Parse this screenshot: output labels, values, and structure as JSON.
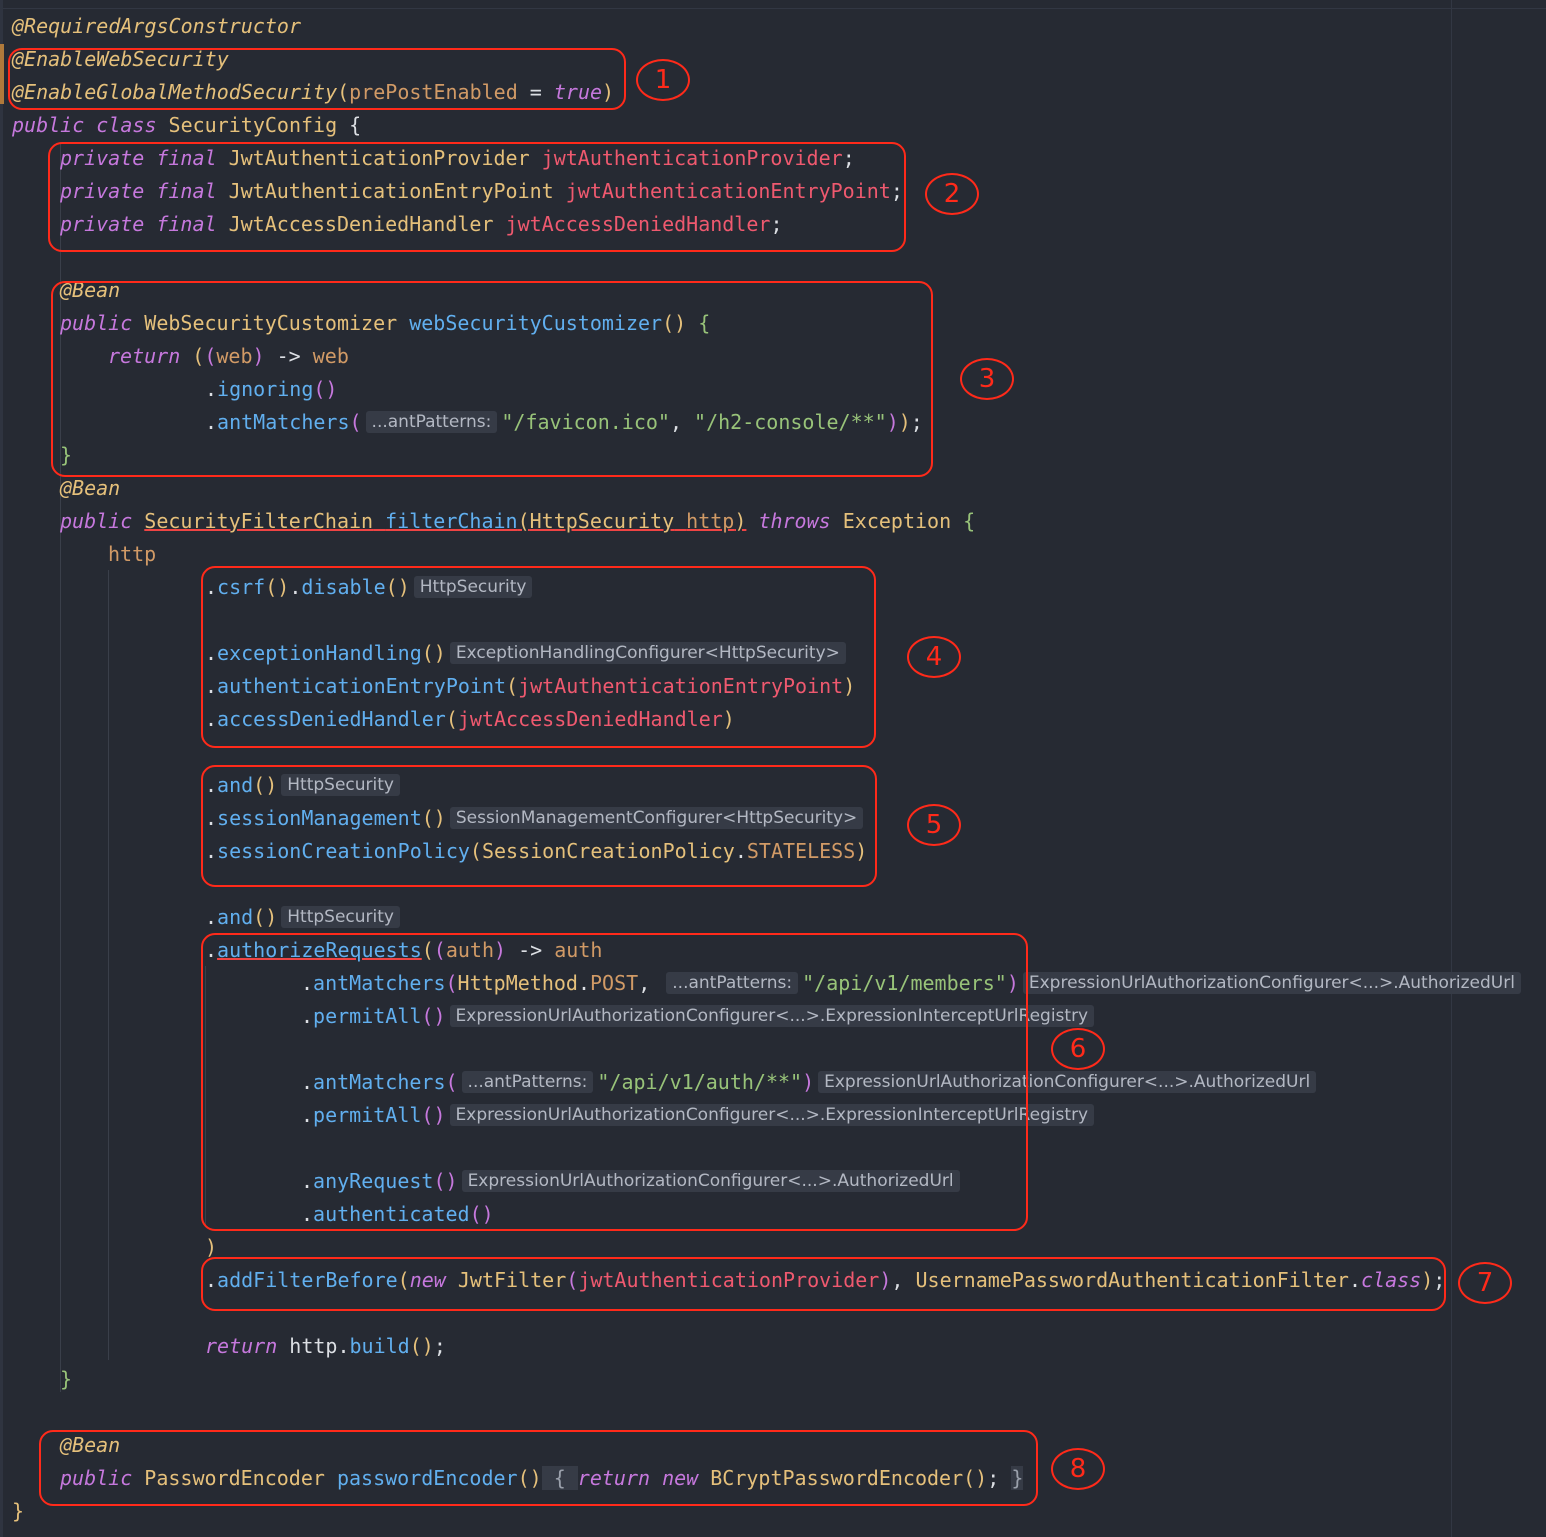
{
  "annotation_numbers": [
    "1",
    "2",
    "3",
    "4",
    "5",
    "6",
    "7",
    "8"
  ],
  "code": {
    "l1": "@RequiredArgsConstructor",
    "l2": "@EnableWebSecurity",
    "l3_ann": "@EnableGlobalMethodSecurity",
    "l3_arg": "prePostEnabled",
    "l3_eq": " = ",
    "l3_val": "true",
    "l4_kw": "public class ",
    "l4_name": "SecurityConfig",
    "kw_private_final": "private final ",
    "f1_type": "JwtAuthenticationProvider ",
    "f1_name": "jwtAuthenticationProvider",
    "f2_type": "JwtAuthenticationEntryPoint ",
    "f2_name": "jwtAuthenticationEntryPoint",
    "f3_type": "JwtAccessDeniedHandler ",
    "f3_name": "jwtAccessDeniedHandler",
    "bean": "@Bean",
    "kw_public": "public ",
    "wsc_type": "WebSecurityCustomizer ",
    "wsc_name": "webSecurityCustomizer",
    "kw_return": "return ",
    "web": "web",
    "arrow": " -> ",
    "ignoring": "ignoring",
    "antMatchers": "antMatchers",
    "hint_antPatterns": "...antPatterns:",
    "s_favicon": "\"/favicon.ico\"",
    "s_h2": "\"/h2-console/**\"",
    "sfc_type": "SecurityFilterChain",
    "fc_name": "filterChain",
    "hs_type": "HttpSecurity",
    "http": "http",
    "kw_throws": "throws",
    "exception": "Exception",
    "csrf": "csrf",
    "disable": "disable",
    "hint_httpsecurity": "HttpSecurity",
    "exceptionHandling": "exceptionHandling",
    "hint_ehc": "ExceptionHandlingConfigurer<HttpSecurity>",
    "authenticationEntryPoint": "authenticationEntryPoint",
    "accessDeniedHandler": "accessDeniedHandler",
    "and": "and",
    "sessionManagement": "sessionManagement",
    "hint_smc": "SessionManagementConfigurer<HttpSecurity>",
    "sessionCreationPolicy": "sessionCreationPolicy",
    "scp_type": "SessionCreationPolicy",
    "stateless": "STATELESS",
    "authorizeRequests": "authorizeRequests",
    "auth": "auth",
    "httpmethod": "HttpMethod",
    "post": "POST",
    "s_members": "\"/api/v1/members\"",
    "hint_authorized": "ExpressionUrlAuthorizationConfigurer<...>.AuthorizedUrl",
    "permitAll": "permitAll",
    "hint_registry": "ExpressionUrlAuthorizationConfigurer<...>.ExpressionInterceptUrlRegistry",
    "s_auth": "\"/api/v1/auth/**\"",
    "anyRequest": "anyRequest",
    "authenticated": "authenticated",
    "addFilterBefore": "addFilterBefore",
    "kw_new": "new ",
    "jwtfilter": "JwtFilter",
    "upaf": "UsernamePasswordAuthenticationFilter",
    "kw_class": "class",
    "build": "build",
    "pe_type": "PasswordEncoder ",
    "pe_name": "passwordEncoder",
    "bcrypt": "BCryptPasswordEncoder"
  }
}
